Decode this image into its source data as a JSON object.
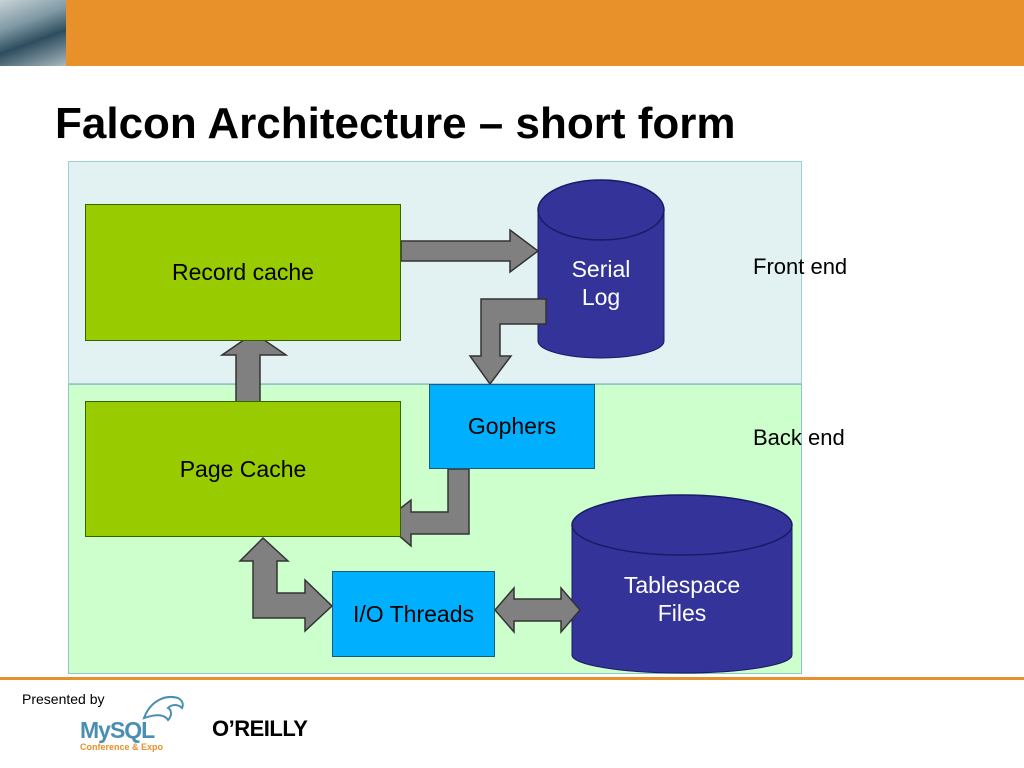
{
  "slide": {
    "title": "Falcon Architecture – short form"
  },
  "diagram": {
    "zones": {
      "front_label": "Front end",
      "back_label": "Back end"
    },
    "boxes": {
      "record_cache": "Record cache",
      "page_cache": "Page Cache",
      "gophers": "Gophers",
      "io_threads": "I/O Threads"
    },
    "cylinders": {
      "serial_log": [
        "Serial",
        "Log"
      ],
      "tablespace_files": [
        "Tablespace",
        "Files"
      ]
    },
    "colors": {
      "orange_bar": "#e8902a",
      "front_zone": "#e2f2f3",
      "back_zone": "#ccffcc",
      "cache_box": "#99cc00",
      "thread_box": "#00b0ff",
      "cylinder": "#333399",
      "arrow": "#808080"
    }
  },
  "footer": {
    "presented_by": "Presented by",
    "mysql_logo_text": "MySQL",
    "mysql_logo_sub": "Conference & Expo",
    "oreilly_logo_text": "O’REILLY"
  }
}
